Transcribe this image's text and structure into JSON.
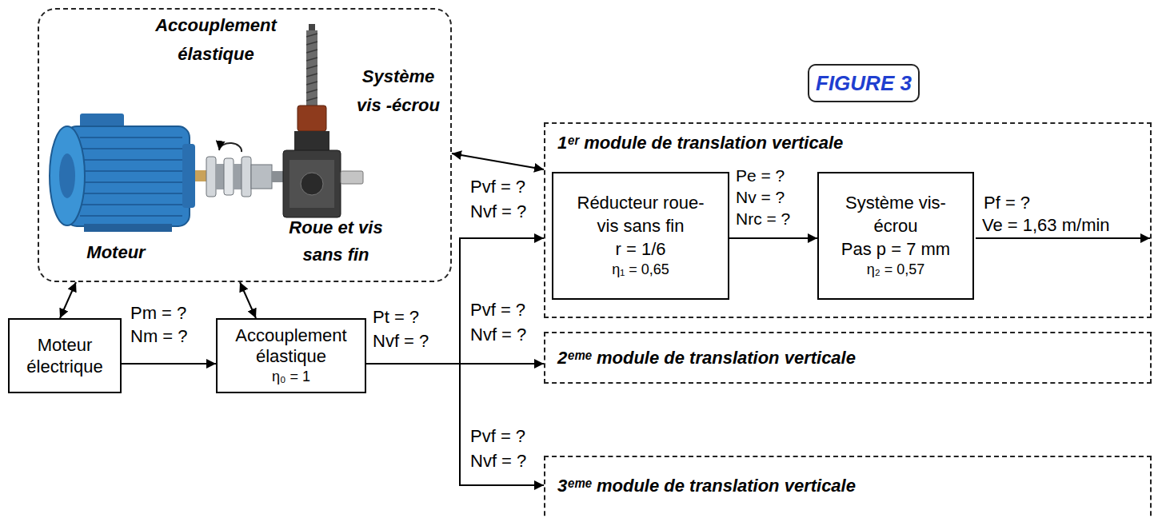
{
  "diagram": {
    "nodes": [
      {
        "text": [
          "Accouplement élastique",
          "Système vis -écrou",
          "Roue et vis sans fin",
          "Moteur"
        ]
      },
      {
        "text": [
          "FIGURE 3"
        ]
      },
      {
        "text": [
          "1ᵉʳ module de translation verticale"
        ]
      },
      {
        "text": [
          "Réducteur roue-vis sans fin",
          "r = 1/6",
          "η₁ = 0,65"
        ],
        "in": 2
      },
      {
        "text": [
          "Système vis-écrou",
          "Pas p = 7 mm",
          "η₂ = 0,57"
        ],
        "in": 2
      },
      {
        "text": [
          "Moteur électrique"
        ]
      },
      {
        "text": [
          "Accouplement élastique",
          "η₀ = 1"
        ]
      },
      {
        "text": [
          "2ᵉᵐᵉ module de translation verticale"
        ]
      },
      {
        "text": [
          "3ᵉᵐᵉ module de translation verticale"
        ]
      }
    ],
    "edges": [
      {
        "from": 0,
        "to": 5,
        "arrow": "both"
      },
      {
        "from": 0,
        "to": 6,
        "arrow": "both"
      },
      {
        "from": 0,
        "to": 2,
        "arrow": "both"
      },
      {
        "from": 5,
        "to": 6,
        "arrow": "to",
        "label": "Pm = ? Nm = ?"
      },
      {
        "from": 6,
        "to": 2,
        "arrow": "to",
        "label": "Pvf = ? Nvf = ?"
      },
      {
        "from": 6,
        "to": 7,
        "arrow": "to",
        "label": "Pvf = ? Nvf = ?"
      },
      {
        "from": 6,
        "to": 8,
        "arrow": "to",
        "label": "Pvf = ? Nvf = ?"
      },
      {
        "from": 3,
        "to": 4,
        "arrow": "to",
        "label": "Pe = ? Nv = ? Nrc = ?"
      }
    ],
    "labels": [
      "Pt = ?",
      "Nvf = ?",
      "Pf = ?",
      "Ve = 1,63 m/min"
    ]
  }
}
